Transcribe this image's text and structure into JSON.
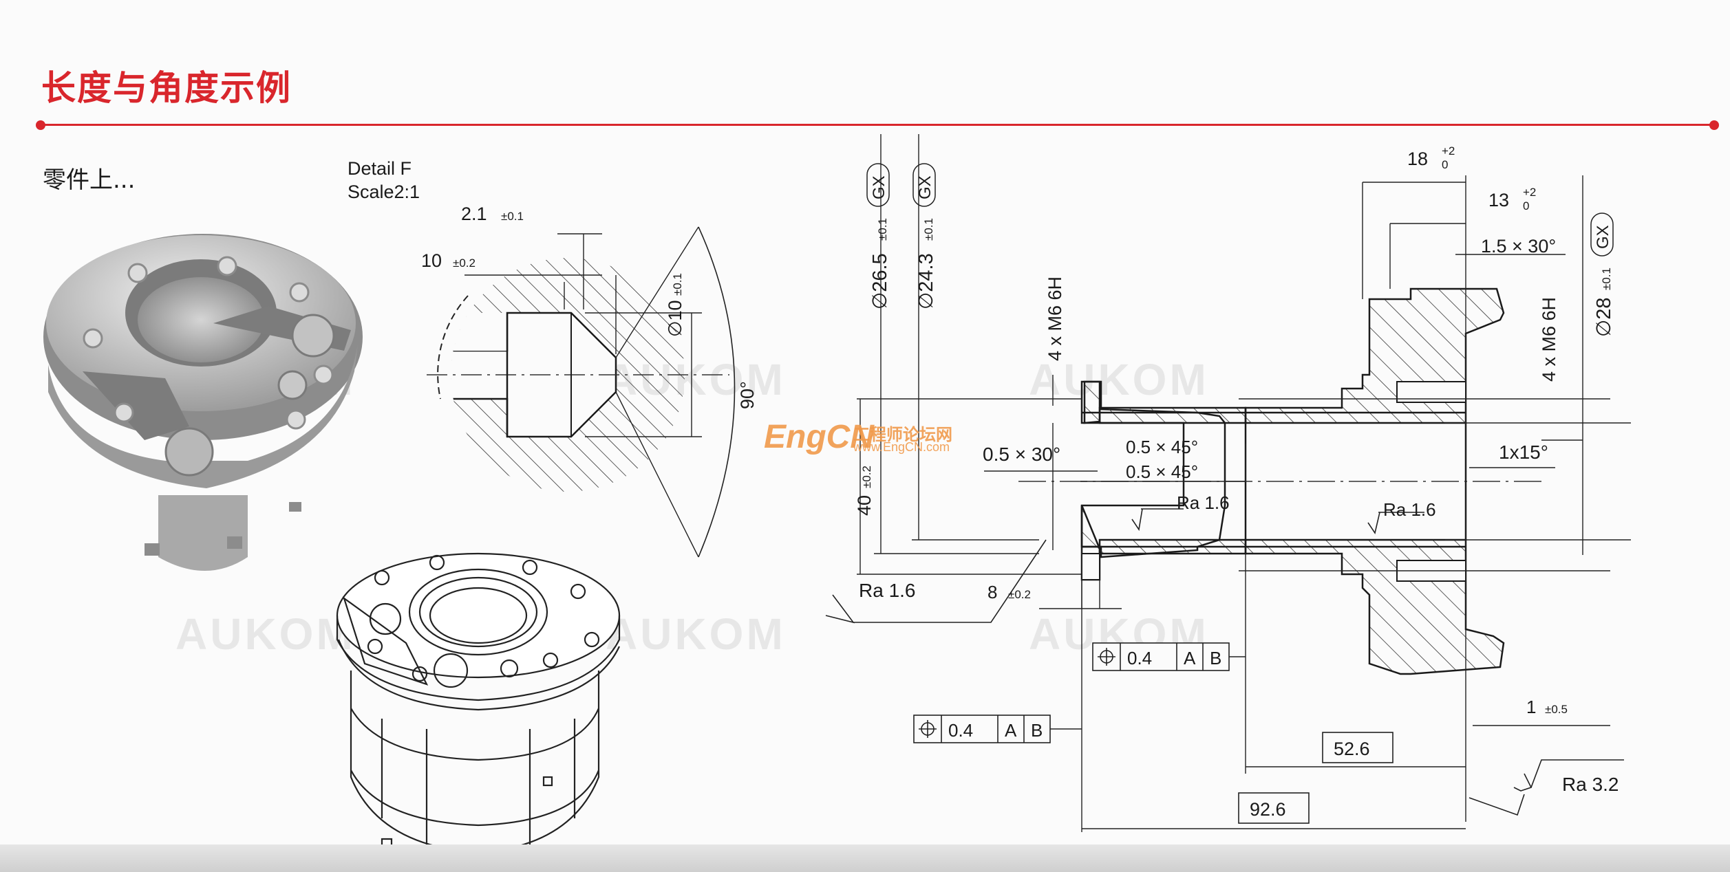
{
  "slide": {
    "title": "长度与角度示例",
    "subtitle": "零件上...",
    "accent_color": "#d9262c"
  },
  "detail": {
    "name": "Detail F",
    "scale": "Scale2:1",
    "dim_depth": "2.1",
    "dim_depth_tol": "±0.1",
    "dim_length": "10",
    "dim_length_tol": "±0.2",
    "dim_diameter": "∅10",
    "dim_diameter_tol": "±0.1",
    "dim_angle": "90°"
  },
  "drawing": {
    "dia_1": "∅26.5",
    "dia_1_tol": "±0.1",
    "dia_2": "∅24.3",
    "dia_2_tol": "±0.1",
    "dia_3": "∅28",
    "dia_3_tol": "±0.1",
    "gx": "GX",
    "thread_left": "4 x M6 6H",
    "thread_right": "4 x M6 6H",
    "dim_18": "18",
    "dim_18_tol_up": "+2",
    "dim_18_tol_low": "0",
    "dim_13": "13",
    "dim_13_tol_up": "+2",
    "dim_13_tol_low": "0",
    "chamfer_right": "1.5 × 30°",
    "chamfer_left": "0.5 × 30°",
    "chamfer_a": "0.5 × 45°",
    "chamfer_b": "0.5 × 45°",
    "chamfer_bore": "1x15°",
    "dim_40": "40",
    "dim_40_tol": "±0.2",
    "dim_8": "8",
    "dim_8_tol": "±0.2",
    "dim_1": "1",
    "dim_1_tol": "±0.5",
    "dim_52": "52.6",
    "dim_92": "92.6",
    "ra_16": "Ra 1.6",
    "ra_32": "Ra 3.2",
    "fcf_tol": "0.4",
    "fcf_datum_a": "A",
    "fcf_datum_b": "B"
  },
  "watermarks": {
    "aukom": "AUKOM",
    "engcn_logo": "EngCN",
    "engcn_cn": "工程师论坛网",
    "engcn_url": "www.EngCN.com"
  }
}
